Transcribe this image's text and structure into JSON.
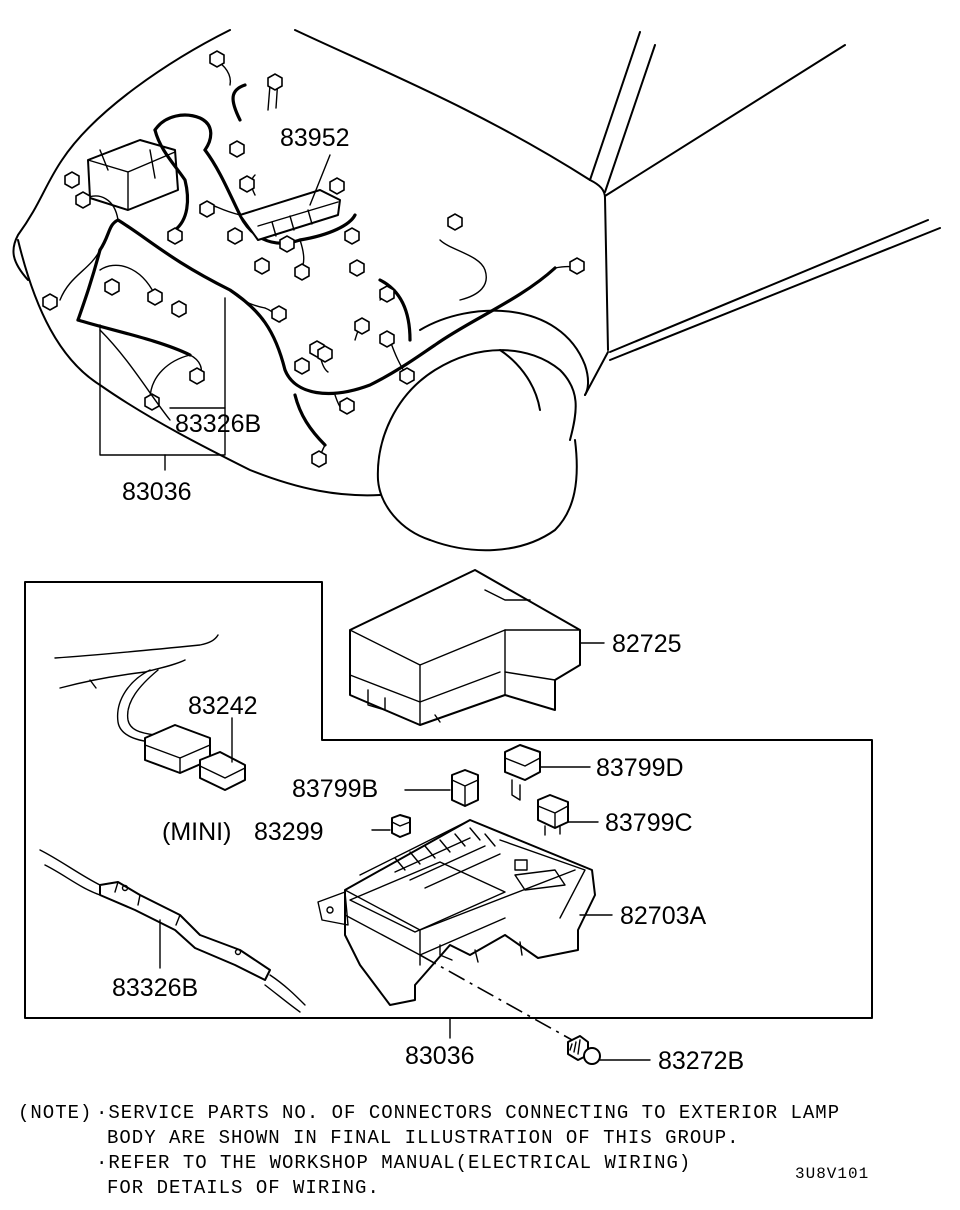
{
  "labels": {
    "p83952": "83952",
    "p83326B_top": "83326B",
    "p83036_top": "83036",
    "p82725": "82725",
    "p83242": "83242",
    "p83799D": "83799D",
    "p83799B": "83799B",
    "p83799C": "83799C",
    "mini_prefix": "(MINI)",
    "p83299": "83299",
    "p82703A": "82703A",
    "p83326B_bottom": "83326B",
    "p83036_bottom": "83036",
    "p83272B": "83272B"
  },
  "note": {
    "prefix": "(NOTE)",
    "line1": "·SERVICE PARTS NO. OF CONNECTORS CONNECTING TO EXTERIOR LAMP",
    "line2": "BODY ARE SHOWN IN FINAL ILLUSTRATION OF THIS GROUP.",
    "line3": "·REFER TO THE WORKSHOP MANUAL(ELECTRICAL WIRING)",
    "line4": "FOR DETAILS OF WIRING."
  },
  "drawing_code": "3U8V101"
}
